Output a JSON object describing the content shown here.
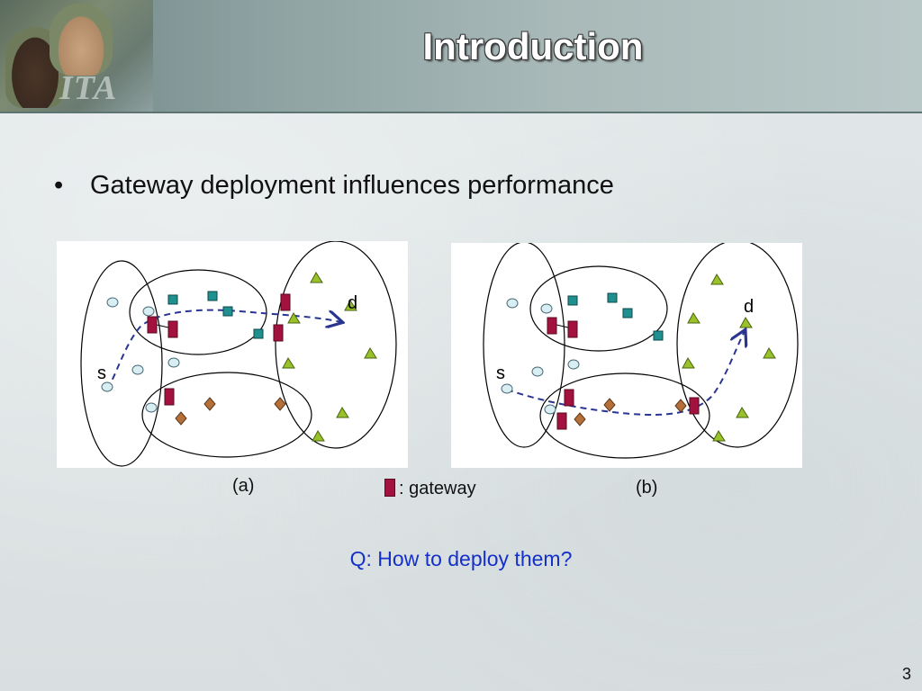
{
  "title": "Introduction",
  "logo_text": "ITA",
  "bullet": "Gateway deployment influences performance",
  "panel_a": {
    "caption": "(a)",
    "source_label": "s",
    "dest_label": "d"
  },
  "panel_b": {
    "caption": "(b)",
    "source_label": "s",
    "dest_label": "d"
  },
  "legend": {
    "gateway_label": ": gateway"
  },
  "question": "Q: How to deploy them?",
  "page_number": "3",
  "colors": {
    "gateway": "#a3123f",
    "square_node": "#1f8f8f",
    "circle_node": "#d8eef2",
    "triangle_node": "#99c12a",
    "diamond_node": "#b5703a",
    "route": "#2a3590",
    "question": "#1530c8"
  }
}
